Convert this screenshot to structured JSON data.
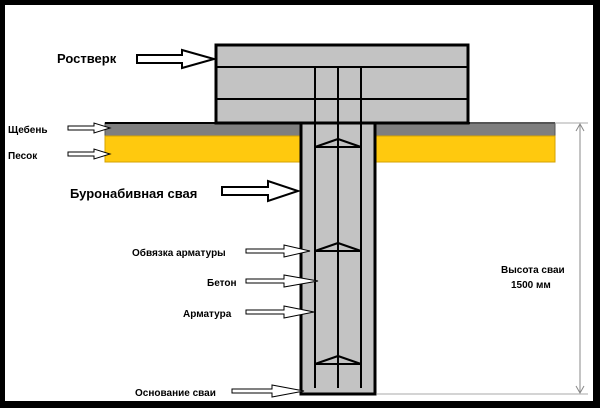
{
  "labels": {
    "rostverk": "Ростверк",
    "shcheben": "Щебень",
    "pesok": "Песок",
    "svaya": "Буронабивная свая",
    "obvyazka": "Обвязка арматуры",
    "beton": "Бетон",
    "armatura": "Арматура",
    "osnovanie": "Основание сваи",
    "height_title": "Высота сваи",
    "height_value": "1500 мм"
  },
  "colors": {
    "background": "#ffffff",
    "frame": "#000000",
    "gravel": "#7f7f7f",
    "sand": "#ffc90e",
    "concrete": "#c3c3c3",
    "outline": "#000000"
  },
  "icons": {
    "pointer": "block-arrow-right"
  }
}
